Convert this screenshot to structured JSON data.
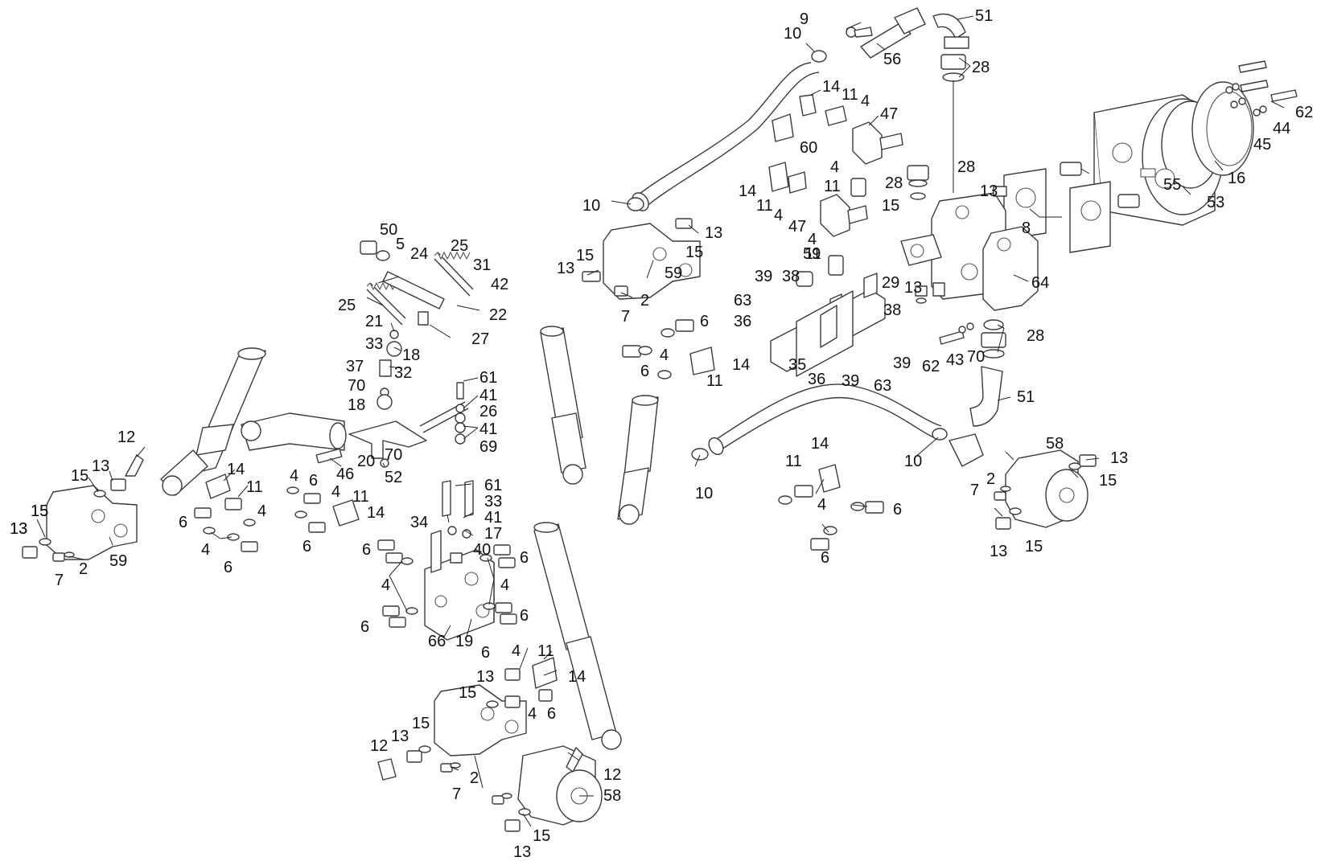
{
  "callouts": [
    {
      "id": "c1",
      "text": "9"
    },
    {
      "id": "c2",
      "text": "51"
    },
    {
      "id": "c3",
      "text": "10"
    },
    {
      "id": "c4",
      "text": "56"
    },
    {
      "id": "c5",
      "text": "28"
    },
    {
      "id": "c6",
      "text": "14"
    },
    {
      "id": "c7",
      "text": "11"
    },
    {
      "id": "c8",
      "text": "4"
    },
    {
      "id": "c9",
      "text": "47"
    },
    {
      "id": "c10",
      "text": "60"
    },
    {
      "id": "c11",
      "text": "62"
    },
    {
      "id": "c12",
      "text": "44"
    },
    {
      "id": "c13",
      "text": "45"
    },
    {
      "id": "c14",
      "text": "16"
    },
    {
      "id": "c15",
      "text": "4"
    },
    {
      "id": "c16",
      "text": "28"
    },
    {
      "id": "c17",
      "text": "28"
    },
    {
      "id": "c18",
      "text": "13"
    },
    {
      "id": "c19",
      "text": "55"
    },
    {
      "id": "c20",
      "text": "53"
    },
    {
      "id": "c21",
      "text": "10"
    },
    {
      "id": "c22",
      "text": "14"
    },
    {
      "id": "c23",
      "text": "11"
    },
    {
      "id": "c24",
      "text": "4"
    },
    {
      "id": "c25",
      "text": "11"
    },
    {
      "id": "c26",
      "text": "15"
    },
    {
      "id": "c27",
      "text": "8"
    },
    {
      "id": "c28",
      "text": "47"
    },
    {
      "id": "c29",
      "text": "4"
    },
    {
      "id": "c30",
      "text": "13"
    },
    {
      "id": "c31",
      "text": "15"
    },
    {
      "id": "c32",
      "text": "59"
    },
    {
      "id": "c33",
      "text": "11"
    },
    {
      "id": "c34",
      "text": "29"
    },
    {
      "id": "c35",
      "text": "13"
    },
    {
      "id": "c36",
      "text": "64"
    },
    {
      "id": "c37",
      "text": "13"
    },
    {
      "id": "c38",
      "text": "15"
    },
    {
      "id": "c39",
      "text": "59"
    },
    {
      "id": "c40",
      "text": "2"
    },
    {
      "id": "c41",
      "text": "7"
    },
    {
      "id": "c42",
      "text": "39"
    },
    {
      "id": "c43",
      "text": "38"
    },
    {
      "id": "c44",
      "text": "63"
    },
    {
      "id": "c45",
      "text": "36"
    },
    {
      "id": "c46",
      "text": "38"
    },
    {
      "id": "c47",
      "text": "28"
    },
    {
      "id": "c48",
      "text": "50"
    },
    {
      "id": "c49",
      "text": "5"
    },
    {
      "id": "c50",
      "text": "25"
    },
    {
      "id": "c51",
      "text": "24"
    },
    {
      "id": "c52",
      "text": "31"
    },
    {
      "id": "c53",
      "text": "42"
    },
    {
      "id": "c54",
      "text": "25"
    },
    {
      "id": "c55",
      "text": "22"
    },
    {
      "id": "c56",
      "text": "21"
    },
    {
      "id": "c57",
      "text": "27"
    },
    {
      "id": "c58",
      "text": "33"
    },
    {
      "id": "c59",
      "text": "18"
    },
    {
      "id": "c60",
      "text": "6"
    },
    {
      "id": "c61",
      "text": "4"
    },
    {
      "id": "c62",
      "text": "6"
    },
    {
      "id": "c63",
      "text": "14"
    },
    {
      "id": "c64",
      "text": "11"
    },
    {
      "id": "c65",
      "text": "35"
    },
    {
      "id": "c66",
      "text": "36"
    },
    {
      "id": "c67",
      "text": "39"
    },
    {
      "id": "c68",
      "text": "39"
    },
    {
      "id": "c69",
      "text": "63"
    },
    {
      "id": "c70",
      "text": "62"
    },
    {
      "id": "c71",
      "text": "43"
    },
    {
      "id": "c72",
      "text": "70"
    },
    {
      "id": "c73",
      "text": "37"
    },
    {
      "id": "c74",
      "text": "32"
    },
    {
      "id": "c75",
      "text": "61"
    },
    {
      "id": "c76",
      "text": "70"
    },
    {
      "id": "c77",
      "text": "41"
    },
    {
      "id": "c78",
      "text": "18"
    },
    {
      "id": "c79",
      "text": "26"
    },
    {
      "id": "c80",
      "text": "41"
    },
    {
      "id": "c81",
      "text": "69"
    },
    {
      "id": "c82",
      "text": "51"
    },
    {
      "id": "c83",
      "text": "12"
    },
    {
      "id": "c84",
      "text": "46"
    },
    {
      "id": "c85",
      "text": "20"
    },
    {
      "id": "c86",
      "text": "70"
    },
    {
      "id": "c87",
      "text": "52"
    },
    {
      "id": "c88",
      "text": "14"
    },
    {
      "id": "c89",
      "text": "10"
    },
    {
      "id": "c90",
      "text": "11"
    },
    {
      "id": "c91",
      "text": "58"
    },
    {
      "id": "c92",
      "text": "13"
    },
    {
      "id": "c93",
      "text": "13"
    },
    {
      "id": "c94",
      "text": "15"
    },
    {
      "id": "c95",
      "text": "14"
    },
    {
      "id": "c96",
      "text": "4"
    },
    {
      "id": "c97",
      "text": "6"
    },
    {
      "id": "c98",
      "text": "2"
    },
    {
      "id": "c99",
      "text": "15"
    },
    {
      "id": "c100",
      "text": "7"
    },
    {
      "id": "c101",
      "text": "10"
    },
    {
      "id": "c102",
      "text": "15"
    },
    {
      "id": "c103",
      "text": "11"
    },
    {
      "id": "c104",
      "text": "6"
    },
    {
      "id": "c105",
      "text": "4"
    },
    {
      "id": "c106",
      "text": "11"
    },
    {
      "id": "c107",
      "text": "61"
    },
    {
      "id": "c108",
      "text": "33"
    },
    {
      "id": "c109",
      "text": "6"
    },
    {
      "id": "c110",
      "text": "13"
    },
    {
      "id": "c111",
      "text": "34"
    },
    {
      "id": "c112",
      "text": "41"
    },
    {
      "id": "c113",
      "text": "4"
    },
    {
      "id": "c114",
      "text": "14"
    },
    {
      "id": "c115",
      "text": "4"
    },
    {
      "id": "c116",
      "text": "6"
    },
    {
      "id": "c117",
      "text": "15"
    },
    {
      "id": "c118",
      "text": "6"
    },
    {
      "id": "c119",
      "text": "17"
    },
    {
      "id": "c120",
      "text": "13"
    },
    {
      "id": "c121",
      "text": "4"
    },
    {
      "id": "c122",
      "text": "13"
    },
    {
      "id": "c123",
      "text": "15"
    },
    {
      "id": "c124",
      "text": "6"
    },
    {
      "id": "c125",
      "text": "40"
    },
    {
      "id": "c126",
      "text": "6"
    },
    {
      "id": "c127",
      "text": "59"
    },
    {
      "id": "c128",
      "text": "6"
    },
    {
      "id": "c129",
      "text": "7"
    },
    {
      "id": "c130",
      "text": "2"
    },
    {
      "id": "c131",
      "text": "4"
    },
    {
      "id": "c132",
      "text": "4"
    },
    {
      "id": "c133",
      "text": "6"
    },
    {
      "id": "c134",
      "text": "6"
    },
    {
      "id": "c135",
      "text": "66"
    },
    {
      "id": "c136",
      "text": "19"
    },
    {
      "id": "c137",
      "text": "6"
    },
    {
      "id": "c138",
      "text": "4"
    },
    {
      "id": "c139",
      "text": "11"
    },
    {
      "id": "c140",
      "text": "13"
    },
    {
      "id": "c141",
      "text": "14"
    },
    {
      "id": "c142",
      "text": "15"
    },
    {
      "id": "c143",
      "text": "4"
    },
    {
      "id": "c144",
      "text": "6"
    },
    {
      "id": "c145",
      "text": "12"
    },
    {
      "id": "c146",
      "text": "13"
    },
    {
      "id": "c147",
      "text": "15"
    },
    {
      "id": "c148",
      "text": "12"
    },
    {
      "id": "c149",
      "text": "2"
    },
    {
      "id": "c150",
      "text": "7"
    },
    {
      "id": "c151",
      "text": "58"
    },
    {
      "id": "c152",
      "text": "15"
    },
    {
      "id": "c153",
      "text": "13"
    }
  ]
}
